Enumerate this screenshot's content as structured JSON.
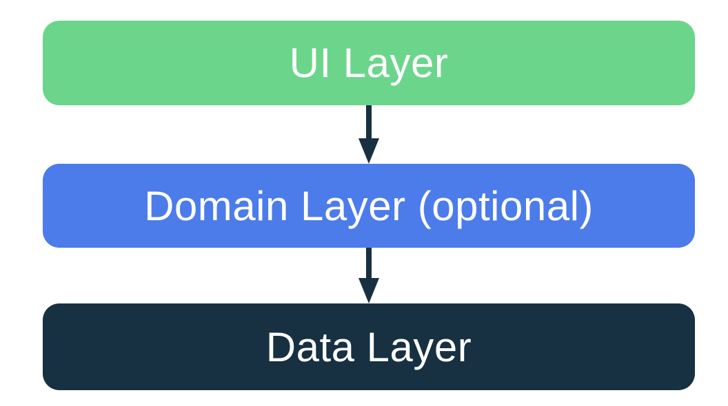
{
  "diagram": {
    "type": "layered-architecture",
    "layers": [
      {
        "id": "ui",
        "label": "UI Layer",
        "fill": "#6CD58C",
        "text_color": "#FFFFFF"
      },
      {
        "id": "domain",
        "label": "Domain Layer (optional)",
        "fill": "#4C7CE9",
        "text_color": "#FFFFFF"
      },
      {
        "id": "data",
        "label": "Data Layer",
        "fill": "#173042",
        "text_color": "#FFFFFF"
      }
    ],
    "arrows": [
      {
        "from": "ui",
        "to": "domain",
        "direction": "down"
      },
      {
        "from": "domain",
        "to": "data",
        "direction": "down"
      }
    ],
    "colors": {
      "background": "#FFFFFF",
      "arrow": "#173042"
    }
  }
}
